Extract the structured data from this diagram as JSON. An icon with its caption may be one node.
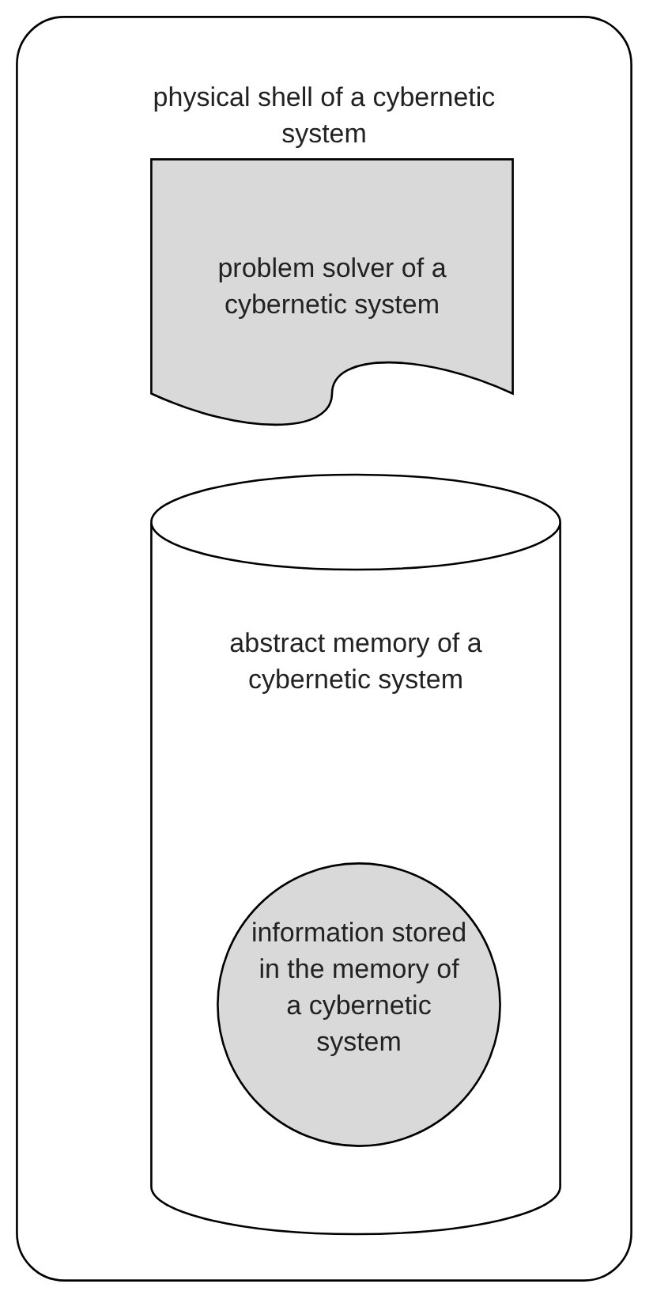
{
  "diagram": {
    "nodes": [
      {
        "text": [
          "physical shell of a cybernetic system"
        ]
      },
      {
        "text": [
          "problem solver of a cybernetic system"
        ],
        "in": 0
      },
      {
        "text": [
          "abstract memory of a cybernetic system"
        ],
        "in": 0
      },
      {
        "text": [
          "information stored in the memory of a cybernetic system"
        ],
        "in": 2
      }
    ]
  }
}
